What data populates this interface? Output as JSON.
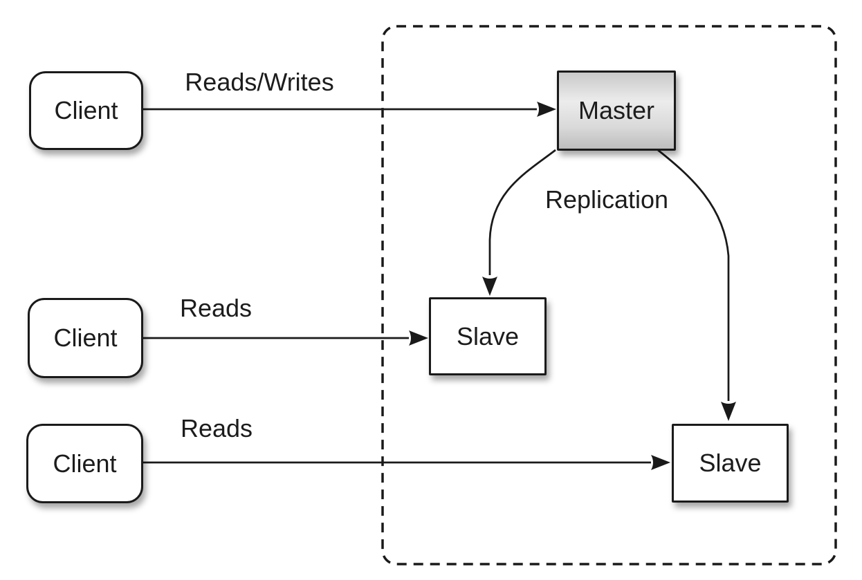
{
  "diagram": {
    "type": "master-slave-replication",
    "clients": [
      {
        "label": "Client"
      },
      {
        "label": "Client"
      },
      {
        "label": "Client"
      }
    ],
    "master": {
      "label": "Master"
    },
    "slaves": [
      {
        "label": "Slave"
      },
      {
        "label": "Slave"
      }
    ],
    "edge_labels": {
      "client1_master": "Reads/Writes",
      "client2_slave1": "Reads",
      "client3_slave2": "Reads",
      "master_slaves": "Replication"
    },
    "colors": {
      "stroke": "#1a1a1a",
      "node_fill": "#ffffff",
      "master_fill_top": "#c9c9c9",
      "master_fill_mid": "#ececec",
      "master_fill_bottom": "#bdbdbd",
      "background": "#ffffff",
      "text": "#1c1c1c"
    }
  }
}
